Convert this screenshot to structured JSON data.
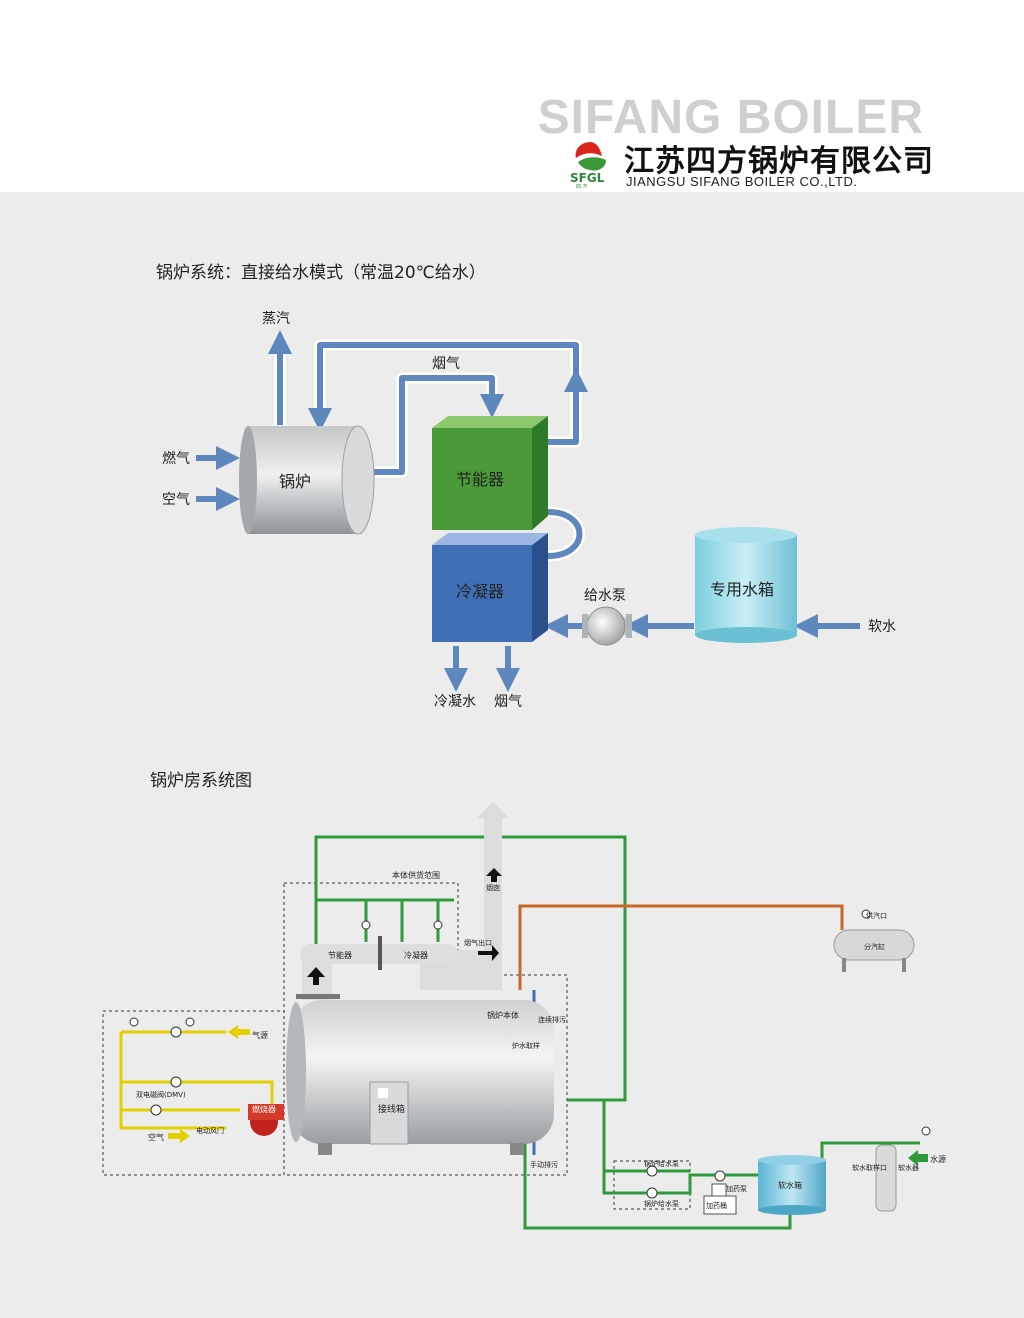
{
  "header": {
    "brand_en": "SIFANG BOILER",
    "logo_text": "SFGL",
    "logo_sub": "四  方",
    "company_cn": "江苏四方锅炉有限公司",
    "company_en": "JIANGSU SIFANG BOILER CO.,LTD."
  },
  "diagram1": {
    "title": "锅炉系统：直接给水模式（常温20℃给水）",
    "labels": {
      "steam": "蒸汽",
      "flue_top": "烟气",
      "gas": "燃气",
      "air": "空气",
      "boiler": "锅炉",
      "economizer": "节能器",
      "condenser": "冷凝器",
      "feed_pump": "给水泵",
      "tank": "专用水箱",
      "soft_water": "软水",
      "condensate": "冷凝水",
      "flue_bottom": "烟气"
    }
  },
  "diagram2": {
    "title": "锅炉房系统图",
    "labels": {
      "supply_scope": "本体供货范围",
      "chimney": "烟囱",
      "flue_outlet": "烟气出口",
      "economizer": "节能器",
      "condenser": "冷凝器",
      "boiler_body": "锅炉本体",
      "continuous_blowdown": "连续排污",
      "furnace_sampling": "炉水取样",
      "junction_box": "接线箱",
      "manual_blowdown": "手动排污",
      "gas_source": "气源",
      "dmv": "双电磁阀(DMV)",
      "burner": "燃烧器",
      "air": "空气",
      "air_damper": "电动风门",
      "steam_outlet": "供汽口",
      "steam_header": "分汽缸",
      "feed_pump": "锅炉给水泵",
      "feed_pump2": "锅炉给水泵",
      "dosing_pump": "加药泵",
      "dosing_tank": "加药桶",
      "soft_tank": "软水箱",
      "softener_sampling": "软水取样口",
      "softener": "软水器",
      "water_source": "水源"
    }
  },
  "colors": {
    "pipe_blue": "#5e87bd",
    "economizer_green": "#4a9a3a",
    "condenser_blue": "#3f6fb5",
    "pipe_green": "#2f9a3c",
    "pipe_orange": "#c8672a",
    "pipe_yellow": "#e3d000"
  }
}
